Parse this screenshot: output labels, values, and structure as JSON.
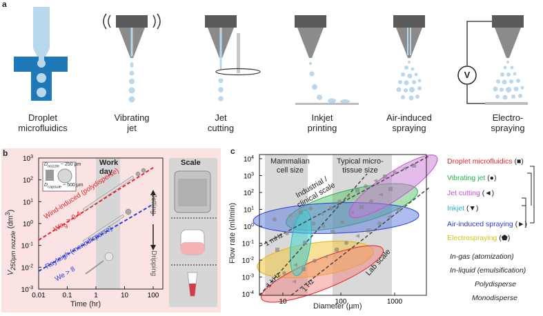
{
  "panel_a": {
    "label": "a",
    "methods": [
      {
        "id": "droplet",
        "caption": "Droplet\nmicrofluidics"
      },
      {
        "id": "vibrating",
        "caption": "Vibrating\njet"
      },
      {
        "id": "jetcut",
        "caption": "Jet\ncutting"
      },
      {
        "id": "inkjet",
        "caption": "Inkjet\nprinting"
      },
      {
        "id": "airspray",
        "caption": "Air-induced\nspraying"
      },
      {
        "id": "electro",
        "caption": "Electro-\nspraying"
      }
    ],
    "voltage_symbol": "V"
  },
  "panel_b": {
    "label": "b",
    "ylabel": "V",
    "ylabel_sub": "250µm nozzle",
    "ylabel_unit": "(dm",
    "ylabel_unit_sup": "3",
    "ylabel_unit_end": ")",
    "xlabel": "Time (hr)",
    "xticks": [
      "0.01",
      "0.1",
      "1",
      "10",
      "100"
    ],
    "yticks": [
      "10",
      "10",
      "10",
      "10",
      "10",
      "10",
      "10"
    ],
    "ytick_exps": [
      "3",
      "2",
      "1",
      "0",
      "-1",
      "-2",
      "-3"
    ],
    "workday": "Work\nday",
    "inset_nozzle": "D",
    "inset_nozzle_sub": "nozzle",
    "inset_nozzle_val": "~ 250 µm",
    "inset_capsule": "D",
    "inset_capsule_sub": "capsule",
    "inset_capsule_val": "~ 500 µm",
    "wind_line": "Wind-induced (polydisperse)",
    "wind_we": "We",
    "wind_we_sub": "g",
    "wind_we_val": "> 0.4",
    "rayleigh_line": "Rayleigh (monodisperse)",
    "rayleigh_we": "We > 8",
    "jetting": "Jetting",
    "dripping": "Dripping",
    "scale": "Scale"
  },
  "panel_c": {
    "label": "c",
    "ylabel": "Flow rate (ml/min)",
    "xlabel": "Diameter (µm)",
    "xticks": [
      "10",
      "100",
      "1000"
    ],
    "yticks": [
      "10",
      "10",
      "10",
      "10",
      "10",
      "10",
      "10",
      "10",
      "10"
    ],
    "ytick_exps": [
      "4",
      "3",
      "2",
      "1",
      "0",
      "-1",
      "-2",
      "-3",
      "-4"
    ],
    "mammalian": "Mammalian\ncell size",
    "microtissue": "Typical micro-\ntissue size",
    "industrial": "Industrial /\nclinical scale",
    "lab": "Lab scale",
    "mhz": "1 mHz",
    "khz": "1 kHz",
    "hz": "1 Hz"
  },
  "legend": {
    "items": [
      {
        "text": "Droplet microfluidics",
        "marker": "(■)",
        "color": "#e8202a"
      },
      {
        "text": "Vibrating jet",
        "marker": "(●)",
        "color": "#21b24b"
      },
      {
        "text": "Jet cutting",
        "marker": "(◄)",
        "color": "#c64fd3"
      },
      {
        "text": "Inkjet",
        "marker": "(▼)",
        "color": "#1fb9c4"
      },
      {
        "text": "Air-induced spraying",
        "marker": "(►)",
        "color": "#2a3bd8"
      },
      {
        "text": "Electrospraying",
        "marker": "(⬟)",
        "color": "#d4c21a"
      }
    ],
    "in_gas": "In-gas (atomization)",
    "in_liquid": "In-liquid (emulsification)",
    "polydisperse": "Polydisperse",
    "monodisperse": "Monodisperse"
  }
}
